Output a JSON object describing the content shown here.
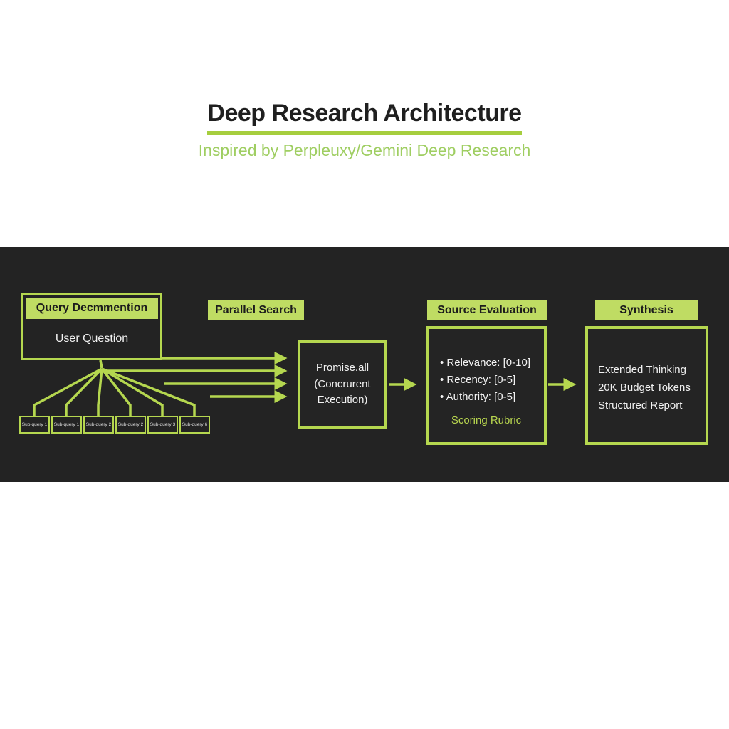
{
  "header": {
    "title": "Deep Research Architecture",
    "subtitle": "Inspired by Perpleuxy/Gemini Deep Research"
  },
  "colors": {
    "accent_green": "#b5d74f",
    "label_green_fill": "#bfdc63",
    "subtitle_green": "#9fce62",
    "band_background": "#232323",
    "dark_text": "#1c1c1c",
    "light_text": "#f2f2f2",
    "rubric_green": "#b8d64f"
  },
  "band": {
    "query_group": {
      "header": "Query Decmmention",
      "body": "User Question"
    },
    "subqueries": [
      "Sub-query 1",
      "Sub-query 1",
      "Sub-query 2",
      "Sub-query 2",
      "Sub-query 3",
      "Sub-query 6"
    ],
    "parallel_label": "Parallel Search",
    "promise_box": {
      "line1": "Promise.all",
      "line2": "(Concrurent",
      "line3": "Execution)"
    },
    "source_label": "Source Evaluation",
    "source_box": {
      "bullets": [
        "Relevance: [0-10]",
        "Recency: [0-5]",
        "Authority: [0-5]"
      ],
      "footer": "Scoring Rubric"
    },
    "synthesis_label": "Synthesis",
    "synthesis_box": {
      "lines": [
        "Extended Thinking",
        "20K Budget Tokens",
        "Structured Report"
      ]
    }
  }
}
